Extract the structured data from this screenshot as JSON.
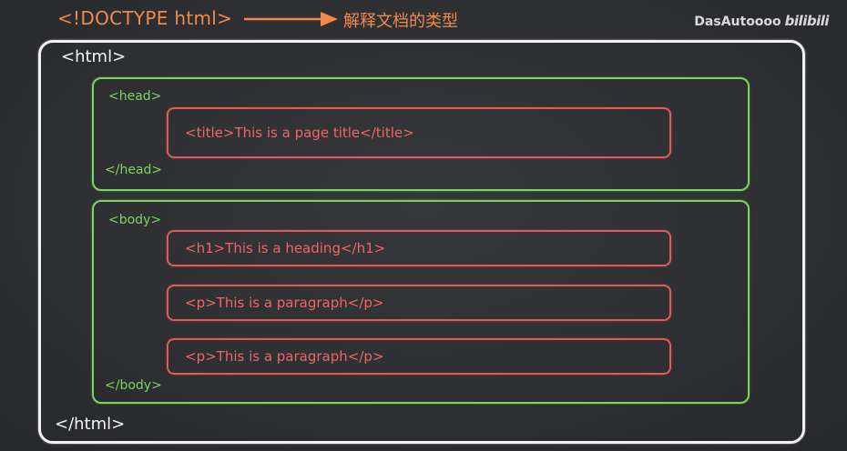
{
  "header": {
    "doctype": "<!DOCTYPE html>",
    "doctype_note": "解释文档的类型",
    "watermark_user": "DasAutoooo",
    "watermark_brand": "bilibili"
  },
  "html": {
    "open_tag": "<html>",
    "close_tag": "</html>"
  },
  "head": {
    "open_tag": "<head>",
    "close_tag": "</head>",
    "children": [
      "<title>This is a page title</title>"
    ]
  },
  "body": {
    "open_tag": "<body>",
    "close_tag": "</body>",
    "children": [
      "<h1>This is a heading</h1>",
      "<p>This is a paragraph</p>",
      "<p>This is a paragraph</p>"
    ]
  },
  "colors": {
    "background": "#2e3033",
    "html_box": "#f2f2f2",
    "section_box": "#7bd45c",
    "element_box": "#e05a5a",
    "annotation": "#f08a4b"
  }
}
